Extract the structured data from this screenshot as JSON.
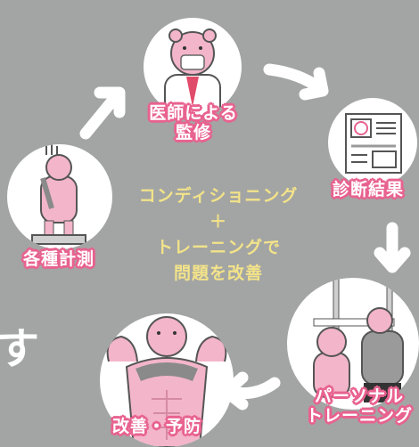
{
  "steps": [
    {
      "label_lines": [
        "医師による",
        "監修"
      ]
    },
    {
      "label_lines": [
        "診断結果"
      ]
    },
    {
      "label_lines": [
        "パーソナル",
        "トレーニング"
      ]
    },
    {
      "label_lines": [
        "改善・予防"
      ]
    },
    {
      "label_lines": [
        "各種計測"
      ]
    }
  ],
  "center_text": [
    "コンディショニング",
    "＋",
    "トレーニングで",
    "問題を改善"
  ],
  "side_glyph": "す",
  "icons": [
    "doctor-bear-icon",
    "report-icon",
    "training-bears-icon",
    "muscle-bear-icon",
    "measuring-bear-icon",
    "cycle-arrow-icon"
  ],
  "colors": {
    "background": "#a3a5a4",
    "accent_pink": "#e8628f",
    "bear_pink": "#f3b5c9",
    "center_text": "#f3e389"
  }
}
